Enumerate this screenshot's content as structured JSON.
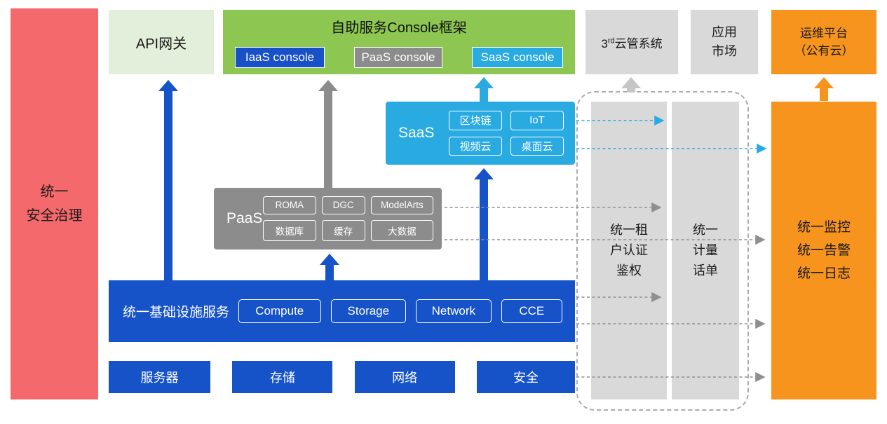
{
  "colors": {
    "red": "#F4696B",
    "light_green": "#E2EFDA",
    "green": "#8DC650",
    "blue": "#1652C8",
    "gray": "#8C8C8C",
    "light_gray": "#D9D9D9",
    "cyan": "#29ABE2",
    "orange": "#F7941E"
  },
  "security_bar": {
    "label": "统一\n安全治理"
  },
  "top": {
    "api_gateway": "API网关",
    "console_frame": {
      "title": "自助服务Console框架",
      "iaas_console": "IaaS console",
      "paas_console": "PaaS console",
      "saas_console": "SaaS console"
    },
    "third_cloud": {
      "num": "3",
      "sup": "rd",
      "rest": "云管系统"
    },
    "app_market": "应用\n市场",
    "ops_platform": "运维平台\n（公有云）"
  },
  "saas": {
    "label": "SaaS",
    "items": [
      "区块链",
      "IoT",
      "视频云",
      "桌面云"
    ]
  },
  "paas": {
    "label": "PaaS",
    "items": [
      "ROMA",
      "DGC",
      "ModelArts",
      "数据库",
      "缓存",
      "大数据"
    ]
  },
  "iaas": {
    "label": "统一基础设施服务",
    "items": [
      "Compute",
      "Storage",
      "Network",
      "CCE"
    ]
  },
  "hardware": [
    "服务器",
    "存储",
    "网络",
    "安全"
  ],
  "right": {
    "tenant_auth": "统一租\n户认证\n鉴权",
    "metering": "统一\n计量\n话单",
    "monitoring": "统一监控\n统一告警\n统一日志"
  }
}
